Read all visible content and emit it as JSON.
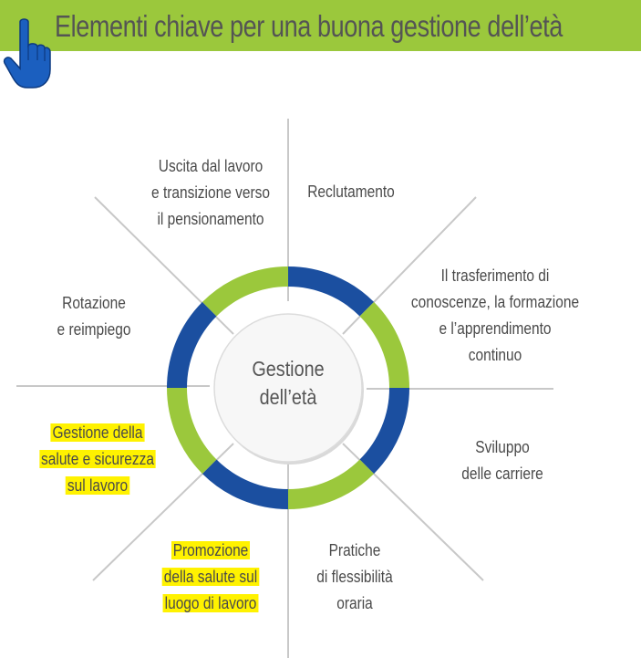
{
  "header": {
    "title": "Elementi chiave per una buona gestione dell’età"
  },
  "icons": {
    "pointer": "pointing-hand-icon"
  },
  "colors": {
    "header_bg": "#9bc83c",
    "ring_blue": "#1b4fa0",
    "ring_green": "#9bc83c",
    "spoke": "#c8c8c8",
    "highlight": "#fff200",
    "hand": "#1b5fbf"
  },
  "center": {
    "lines": [
      "Gestione",
      "dell’età"
    ]
  },
  "labels": {
    "uscita": [
      "Uscita dal lavoro",
      "e transizione verso",
      "il pensionamento"
    ],
    "reclutamento": [
      "Reclutamento"
    ],
    "trasferimento": [
      "Il trasferimento di",
      "conoscenze, la formazione",
      "e l’apprendimento",
      "continuo"
    ],
    "rotazione": [
      "Rotazione",
      "e reimpiego"
    ],
    "sviluppo": [
      "Sviluppo",
      "delle carriere"
    ],
    "salute_sicurezza": [
      "Gestione della",
      "salute e sicurezza",
      "sul lavoro"
    ],
    "promozione": [
      "Promozione",
      "della salute sul",
      "luogo di lavoro"
    ],
    "pratiche": [
      "Pratiche",
      "di flessibilità",
      "oraria"
    ]
  }
}
